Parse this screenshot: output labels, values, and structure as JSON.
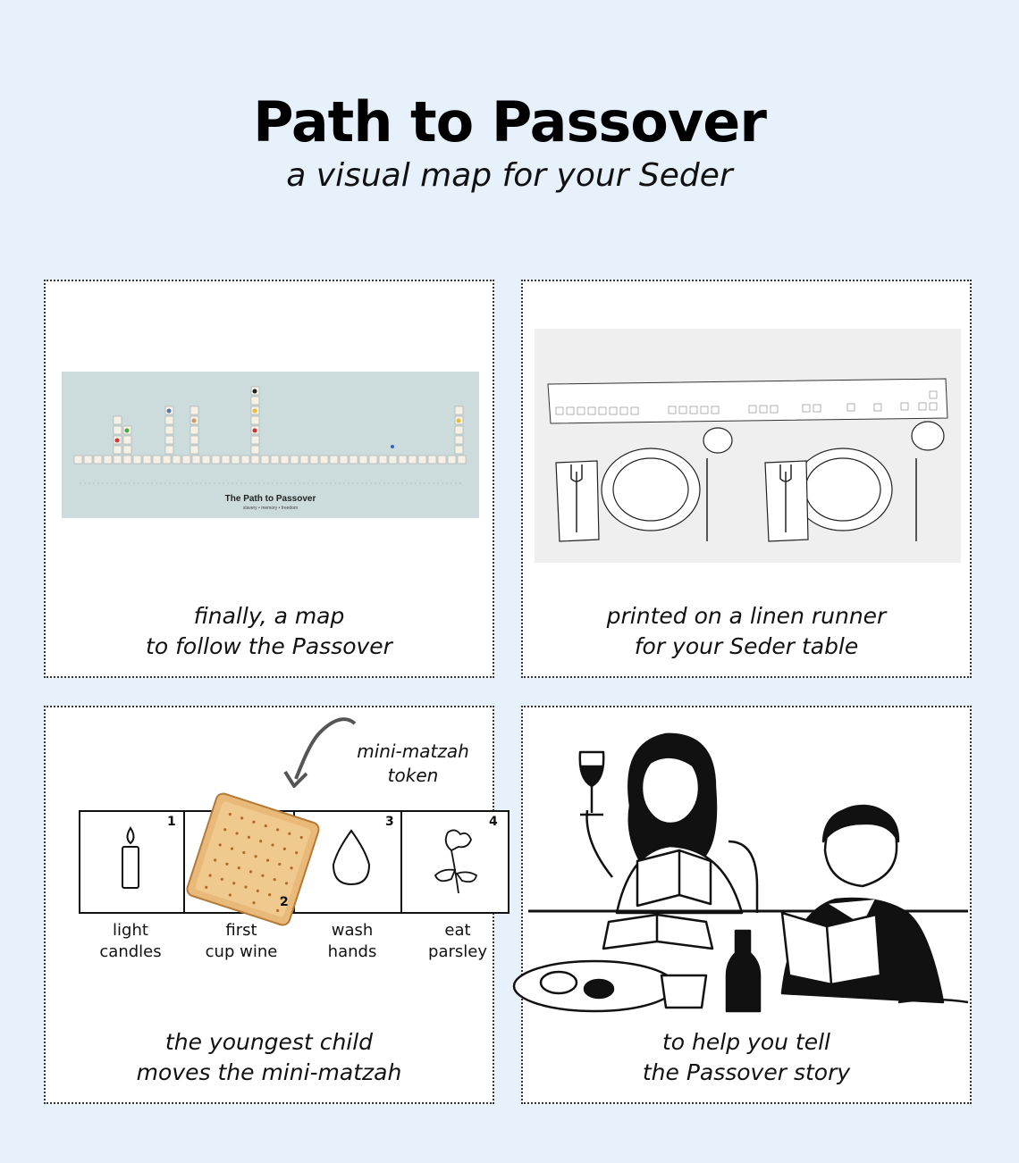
{
  "header": {
    "title": "Path to Passover",
    "subtitle": "a visual map for your Seder"
  },
  "panels": [
    {
      "caption": [
        "finally, a map",
        "to follow the Passover"
      ],
      "map_title": "The Path to Passover",
      "map_subtitle": "slavery • memory • freedom"
    },
    {
      "caption": [
        "printed on a linen runner",
        "for your Seder table"
      ]
    },
    {
      "caption": [
        "the youngest child",
        "moves the mini-matzah"
      ],
      "token_label": [
        "mini-matzah",
        "token"
      ],
      "steps": [
        {
          "num": "1",
          "label": [
            "light",
            "candles"
          ],
          "icon": "candle-icon"
        },
        {
          "num": "2",
          "label": [
            "first",
            "cup wine"
          ],
          "icon": "matzah-token"
        },
        {
          "num": "3",
          "label": [
            "wash",
            "hands"
          ],
          "icon": "water-drop-icon"
        },
        {
          "num": "4",
          "label": [
            "eat",
            "parsley"
          ],
          "icon": "parsley-icon"
        }
      ]
    },
    {
      "caption": [
        "to help you tell",
        "the Passover story"
      ]
    }
  ]
}
